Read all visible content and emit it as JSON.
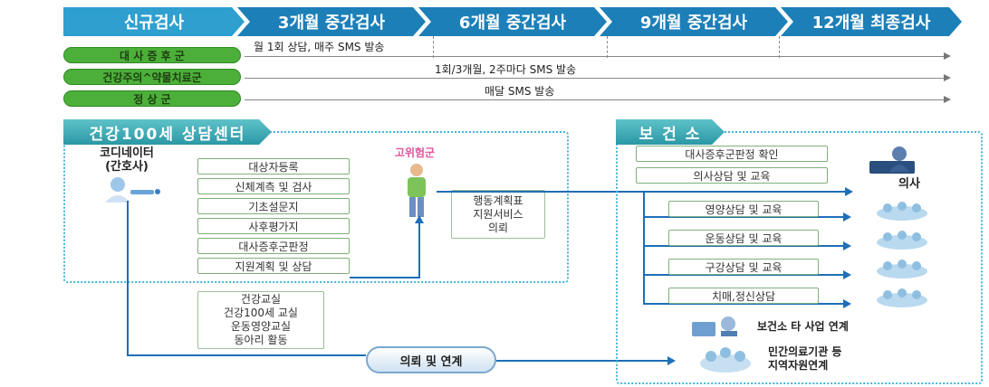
{
  "timeline": {
    "stages": [
      "신규검사",
      "3개월 중간검사",
      "6개월 중간검사",
      "9개월 중간검사",
      "12개월 최종검사"
    ],
    "groups": [
      {
        "label": "대 사 증 후 군",
        "text": "월 1회 상담, 매주 SMS 발송"
      },
      {
        "label": "건강주의^약물치료군",
        "text": "1회/3개월, 2주마다 SMS 발송"
      },
      {
        "label": "정 상 군",
        "text": "매달 SMS 발송"
      }
    ]
  },
  "center": {
    "title": "건강100세 상담센터",
    "coordinator": "코디네이터\n(간호사)",
    "risk_group": "고위험군",
    "steps": [
      "대상자등록",
      "신체계측 및 검사",
      "기초설문지",
      "사후평가지",
      "대사증후군판정",
      "지원계획 및 상담"
    ],
    "referral_box": "행동계획표\n지원서비스\n의뢰",
    "programs": "건강교실\n건강100세 교실\n운동영양교실\n동아리 활동",
    "link": "의뢰 및 연계"
  },
  "health_center": {
    "title": "보 건 소",
    "items": [
      "대사증후군판정 확인",
      "의사상담 및 교육"
    ],
    "doctor": "의사",
    "counsel": [
      "영양상담 및 교육",
      "운동상담 및 교육",
      "구강상담 및 교육",
      "치매,정신상담"
    ],
    "other_program": "보건소 타 사업 연계",
    "community": "민간의료기관 등\n지역자원연계"
  }
}
